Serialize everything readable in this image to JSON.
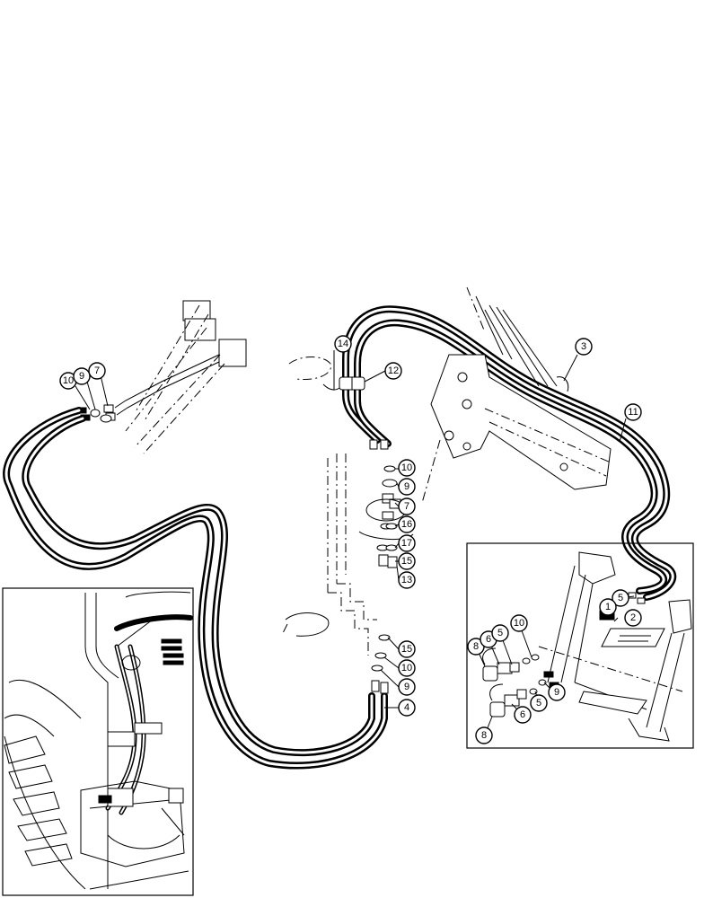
{
  "diagram": {
    "callouts": [
      {
        "id": "c14",
        "text": "14"
      },
      {
        "id": "c12",
        "text": "12"
      },
      {
        "id": "c3",
        "text": "3"
      },
      {
        "id": "c11",
        "text": "11"
      },
      {
        "id": "c10a",
        "text": "10"
      },
      {
        "id": "c9a",
        "text": "9"
      },
      {
        "id": "c7a",
        "text": "7"
      },
      {
        "id": "c10b",
        "text": "10"
      },
      {
        "id": "c9b",
        "text": "9"
      },
      {
        "id": "c7b",
        "text": "7"
      },
      {
        "id": "c16",
        "text": "16"
      },
      {
        "id": "c17",
        "text": "17"
      },
      {
        "id": "c15a",
        "text": "15"
      },
      {
        "id": "c13",
        "text": "13"
      },
      {
        "id": "c15b",
        "text": "15"
      },
      {
        "id": "c10c",
        "text": "10"
      },
      {
        "id": "c9c",
        "text": "9"
      },
      {
        "id": "c4",
        "text": "4"
      },
      {
        "id": "c5a",
        "text": "5"
      },
      {
        "id": "c1",
        "text": "1"
      },
      {
        "id": "c2",
        "text": "2"
      },
      {
        "id": "c8a",
        "text": "8"
      },
      {
        "id": "c6a",
        "text": "6"
      },
      {
        "id": "c5b",
        "text": "5"
      },
      {
        "id": "c10d",
        "text": "10"
      },
      {
        "id": "c9d",
        "text": "9"
      },
      {
        "id": "c6b",
        "text": "6"
      },
      {
        "id": "c5c",
        "text": "5"
      },
      {
        "id": "c8b",
        "text": "8"
      }
    ]
  }
}
